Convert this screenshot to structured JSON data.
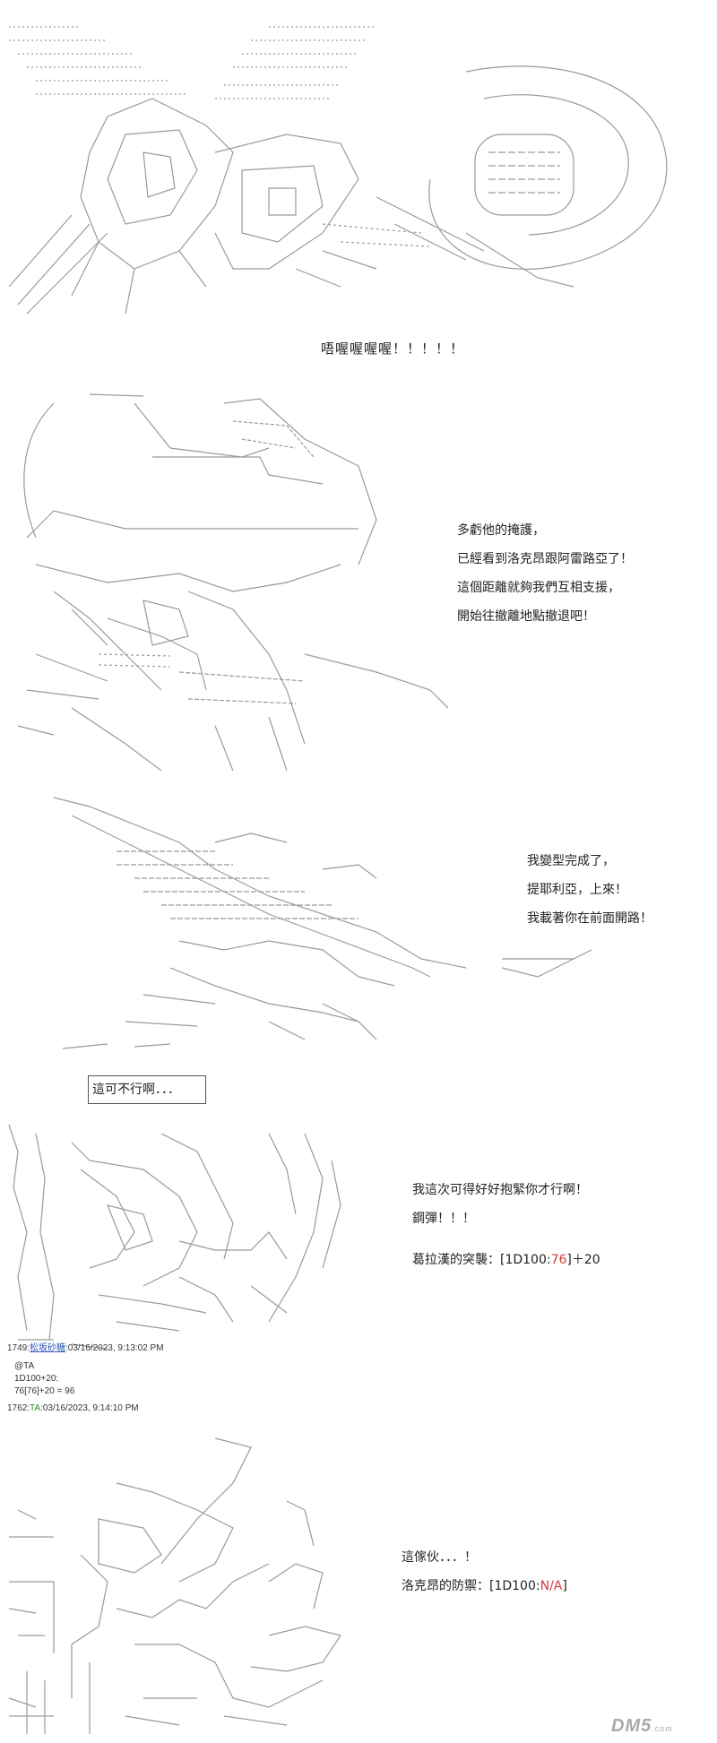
{
  "panel1": {
    "scream": "唔喔喔喔喔！！！！！"
  },
  "panel2": {
    "lines": [
      "多虧他的掩護，",
      "已經看到洛克昂跟阿雷路亞了！",
      "這個距離就夠我們互相支援，",
      "開始往撤離地點撤退吧！"
    ]
  },
  "panel3": {
    "lines": [
      "我變型完成了，",
      "提耶利亞，上來！",
      "我載著你在前面開路！"
    ]
  },
  "panel4": {
    "boxed_text": "這可不行啊．．．"
  },
  "panel5": {
    "line1": "我這次可得好好抱緊你才行啊！",
    "line2": "鋼彈！！！",
    "roll_label": "葛拉漢的突襲：[1D100:",
    "roll_value": "76",
    "roll_suffix": "]＋20"
  },
  "post1": {
    "id": "1749:",
    "name": "松坂砂糖",
    "time": ":03/16/2023, 9:13:02 PM",
    "lines": [
      "@TA",
      "1D100+20:",
      "76[76]+20 = 96"
    ]
  },
  "post2": {
    "id": "1762:",
    "name": "TA",
    "time": ":03/16/2023, 9:14:10 PM"
  },
  "panel6": {
    "line1": "這傢伙．．．！",
    "roll_label": "洛克昂的防禦：[1D100:",
    "roll_value": "N/A",
    "roll_suffix": "]"
  },
  "watermark": {
    "logo": "DM5",
    "sub": ".com"
  }
}
